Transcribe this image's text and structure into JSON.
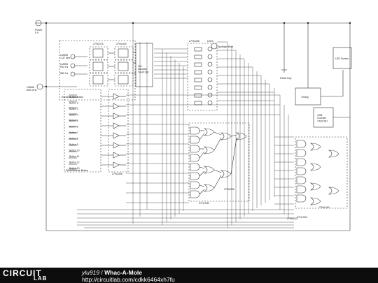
{
  "labels": {
    "power": "Power\n5 V",
    "clk_main": "LM555\n500 mHz",
    "rng": "Random Generator",
    "led_fast": "LM555\n1.37 kHz",
    "led_mid": "LM555\n931 Hz",
    "led_slow": "580 Hz",
    "decoder": "3*8\nDecoder\n74HC138",
    "chip_a": "27HL374",
    "chip_b": "27HL004",
    "chip_c": "27HL008",
    "chip_d": "27HL308",
    "chip_e": "27HL006",
    "chip_f": "27HL330",
    "chip_g": "27HL010",
    "chip_h": "27HL334",
    "chip_i": "27HL333",
    "leds": "LEDs",
    "spotlight": "Spotlight Bulb",
    "led_screen": "LED Screen",
    "reset": "Reset Key",
    "timing": "Timing",
    "counter": "4-Bit\nCounter\n74HC161",
    "buttons_title": "Whackamole Button",
    "buttons": [
      "Button 1",
      "Button 2",
      "Button 3",
      "Button 4",
      "Button 5",
      "Button 6",
      "Button 7",
      "Button 8",
      "Button 9",
      "Button 10",
      "Button 11",
      "Button 12",
      "Button 13"
    ]
  },
  "footer": {
    "logo_top": "CIRCUIT",
    "logo_bottom": "LAB",
    "user": "ylu919",
    "separator": " / ",
    "title": "Whac-A-Mole",
    "url": "http://circuitlab.com/cdkk6464xh7fu"
  }
}
